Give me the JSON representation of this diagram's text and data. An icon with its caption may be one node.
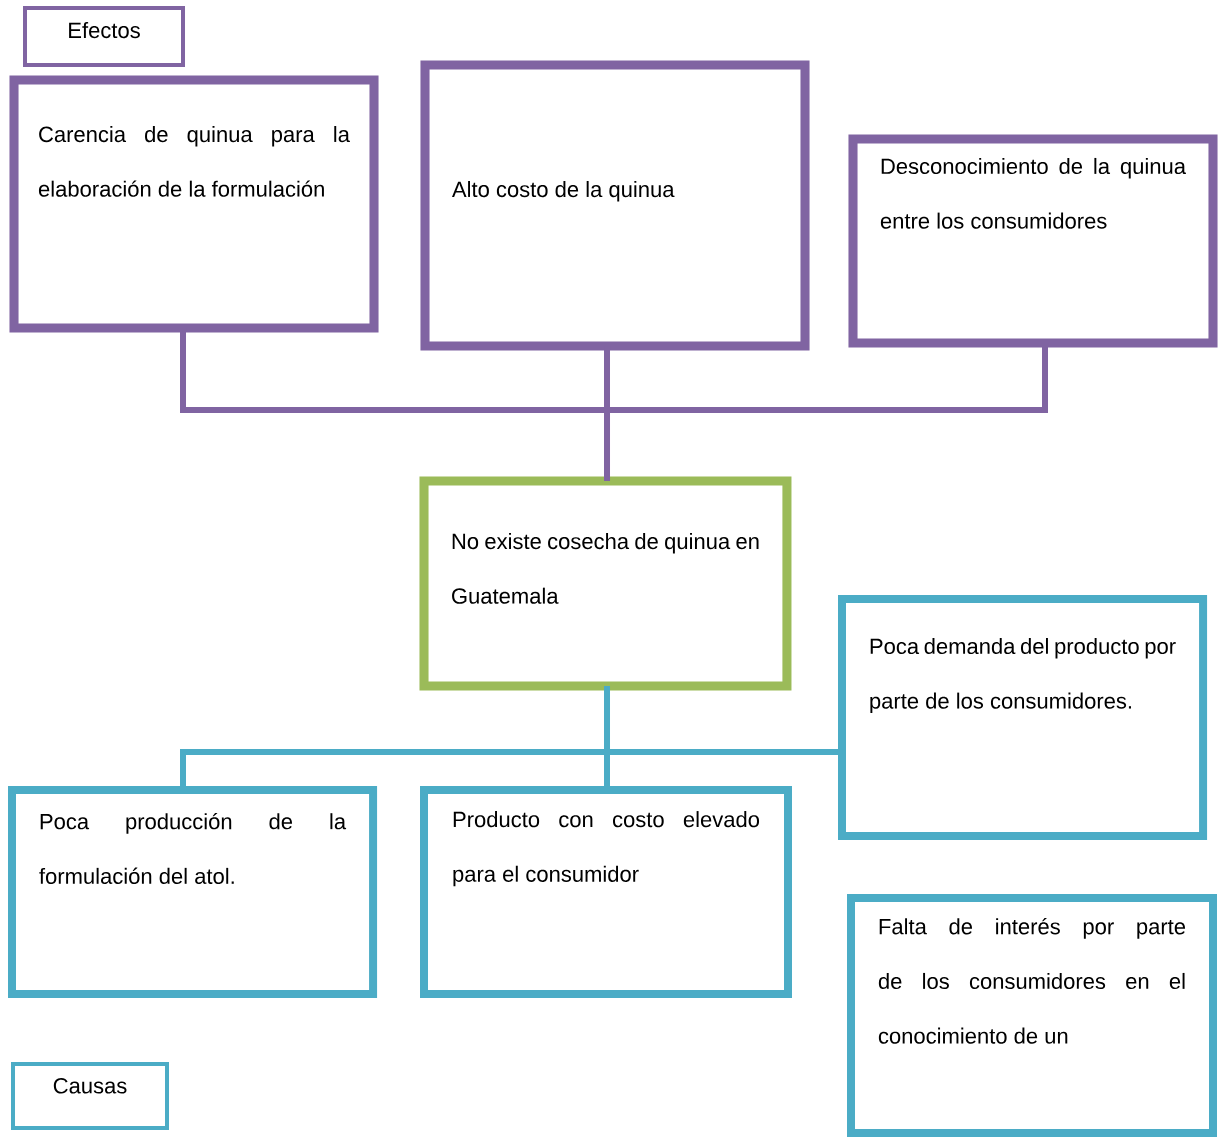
{
  "diagram": {
    "nodes": [
      {
        "text": [
          "Efectos"
        ]
      },
      {
        "text": [
          "Carencia de quinua para la elaboración de la formulación"
        ]
      },
      {
        "text": [
          "Alto costo de la quinua"
        ]
      },
      {
        "text": [
          "Desconocimiento de la quinua entre los consumidores"
        ]
      },
      {
        "text": [
          "No existe cosecha de quinua en Guatemala"
        ]
      },
      {
        "text": [
          "Poca demanda del producto por parte de los consumidores."
        ]
      },
      {
        "text": [
          "Poca producción de la formulación del atol."
        ]
      },
      {
        "text": [
          "Producto con costo elevado para el consumidor"
        ]
      },
      {
        "text": [
          "Falta de interés por parte de los consumidores en el conocimiento de un"
        ]
      },
      {
        "text": [
          "Causas"
        ]
      }
    ],
    "edges": [
      {
        "from": 1,
        "to": 4,
        "arrow": "none",
        "color": "#8064a2"
      },
      {
        "from": 2,
        "to": 4,
        "arrow": "none",
        "color": "#8064a2"
      },
      {
        "from": 3,
        "to": 4,
        "arrow": "none",
        "color": "#8064a2"
      },
      {
        "from": 4,
        "to": 6,
        "arrow": "none",
        "color": "#4bacc6"
      },
      {
        "from": 4,
        "to": 7,
        "arrow": "none",
        "color": "#4bacc6"
      },
      {
        "from": 4,
        "to": 5,
        "arrow": "none",
        "color": "#4bacc6"
      }
    ]
  }
}
